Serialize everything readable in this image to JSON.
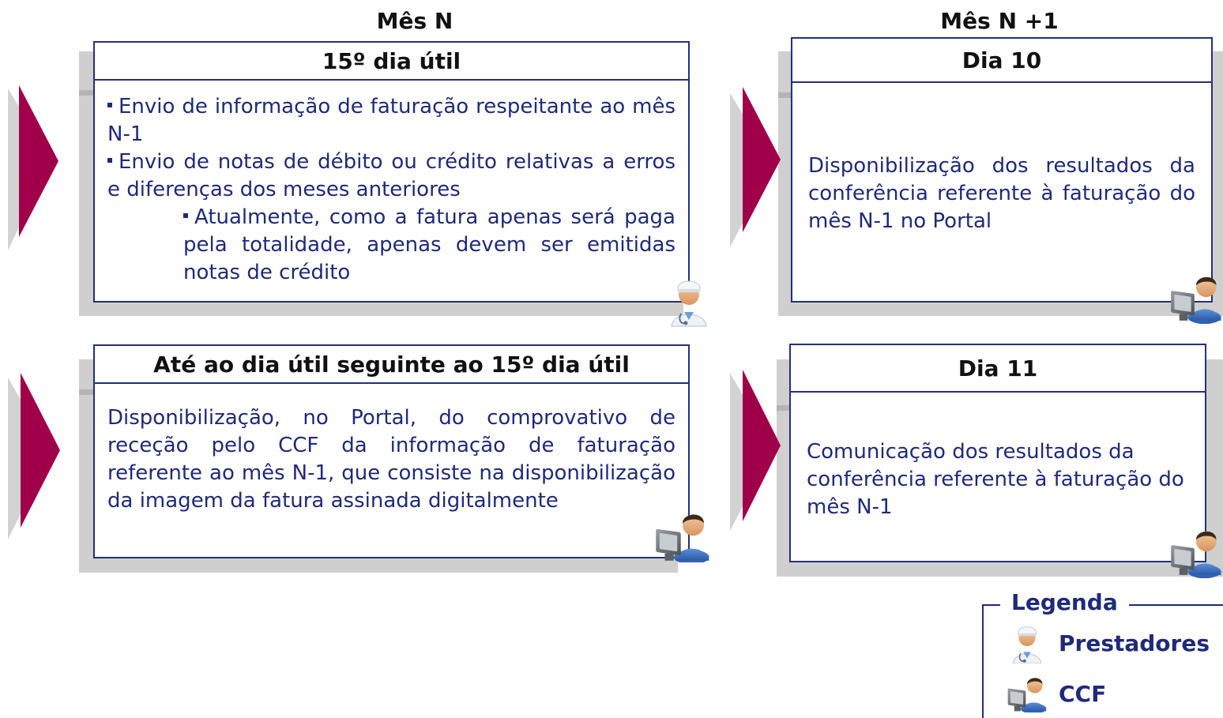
{
  "columns": {
    "month_n": "Mês N",
    "month_n1": "Mês N +1"
  },
  "cards": {
    "day15": {
      "title": "15º dia útil",
      "bullet1": "Envio de informação de faturação respeitante ao mês N-1",
      "bullet2": "Envio de notas de débito ou crédito relativas a erros e diferenças dos meses anteriores",
      "sub_bullet": "Atualmente, como a fatura apenas será paga pela totalidade, apenas devem ser emitidas notas de crédito",
      "actor_icon": "doctor-icon"
    },
    "next_day": {
      "title": "Até ao dia útil seguinte ao 15º dia útil",
      "body": "Disponibilização, no Portal, do comprovativo de receção pelo CCF da informação de faturação referente ao mês N-1, que consiste na disponibilização da imagem da fatura assinada digitalmente",
      "actor_icon": "computer-user-icon"
    },
    "day10": {
      "title": "Dia 10",
      "body": "Disponibilização dos resultados da conferência referente à faturação do mês N-1 no Portal",
      "actor_icon": "computer-user-icon"
    },
    "day11": {
      "title": "Dia 11",
      "body": "Comunicação dos resultados da conferência referente à faturação do mês N-1",
      "actor_icon": "computer-user-icon"
    }
  },
  "legend": {
    "title": "Legenda",
    "items": [
      {
        "label": "Prestadores",
        "icon": "doctor-icon"
      },
      {
        "label": "CCF",
        "icon": "computer-user-icon"
      }
    ]
  },
  "colors": {
    "arrow": "#a0004a",
    "border": "#25307a",
    "text": "#1f2a7a",
    "shadow": "#cfcfcf"
  }
}
